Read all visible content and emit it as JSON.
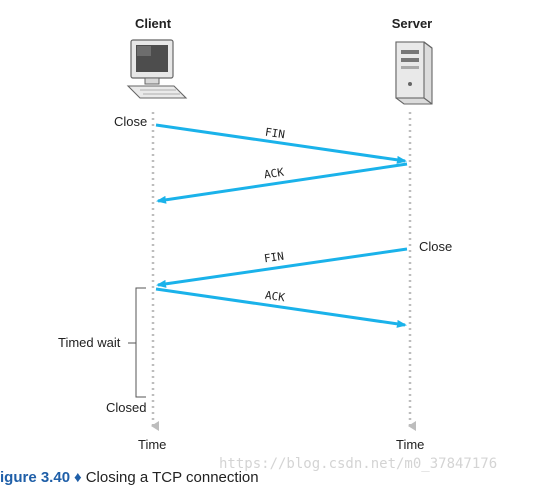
{
  "hosts": {
    "client": {
      "label": "Client",
      "icon": "desktop-computer-icon"
    },
    "server": {
      "label": "Server",
      "icon": "server-tower-icon"
    }
  },
  "messages": {
    "fin1": "FIN",
    "ack1": "ACK",
    "fin2": "FIN",
    "ack2": "ACK"
  },
  "events": {
    "client_close": "Close",
    "server_close": "Close",
    "timed_wait": "Timed wait",
    "closed": "Closed"
  },
  "timeline": {
    "client_time": "Time",
    "server_time": "Time"
  },
  "caption": {
    "figure": "igure 3.40",
    "separator": "♦",
    "text": "Closing a TCP connection"
  },
  "watermark": "https://blog.csdn.net/m0_37847176",
  "colors": {
    "arrow": "#1ab2ea",
    "timeline": "#bdbdbd",
    "caption_accent": "#1f5fa8"
  }
}
